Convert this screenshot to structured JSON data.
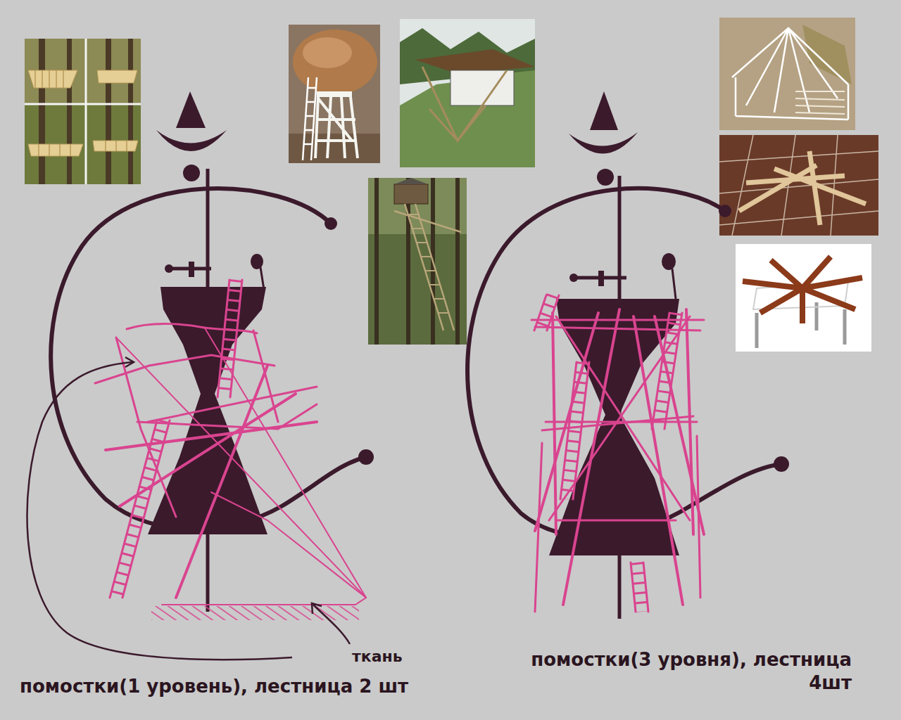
{
  "diagram": {
    "labels": [
      "помостки(1 уровень), лестница 2 шт",
      "ткань",
      "помостки(3 уровня), лестница 4шт"
    ]
  }
}
